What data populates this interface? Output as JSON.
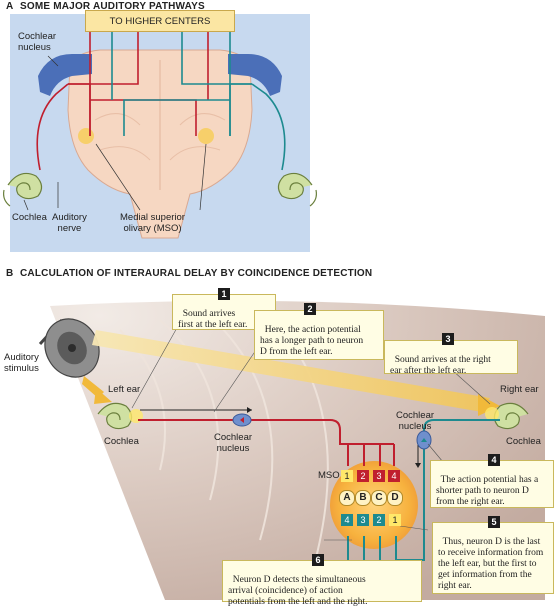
{
  "panel_a": {
    "letter": "A",
    "title": "SOME MAJOR AUDITORY PATHWAYS",
    "higher_centers": "TO HIGHER CENTERS",
    "cochlear_nucleus": "Cochlear\nnucleus",
    "cochlea": "Cochlea",
    "auditory_nerve": "Auditory\nnerve",
    "mso": "Medial superior\nolivary (MSO)"
  },
  "panel_b": {
    "letter": "B",
    "title": "CALCULATION OF INTERAURAL DELAY BY COINCIDENCE DETECTION",
    "auditory_stimulus": "Auditory\nstimulus",
    "left_ear": "Left ear",
    "right_ear": "Right ear",
    "cochlea_left": "Cochlea",
    "cochlea_right": "Cochlea",
    "cochlear_nucleus_left": "Cochlear\nnucleus",
    "cochlear_nucleus_right": "Cochlear\nnucleus",
    "mso": "MSO",
    "neurons": [
      "A",
      "B",
      "C",
      "D"
    ],
    "left_delays": [
      "1",
      "2",
      "3",
      "4"
    ],
    "right_delays": [
      "4",
      "3",
      "2",
      "1"
    ],
    "callouts": [
      {
        "num": "1",
        "text": "Sound arrives\nfirst at the left ear."
      },
      {
        "num": "2",
        "text": "Here, the action potential\nhas a longer path to neuron\nD from the left ear."
      },
      {
        "num": "3",
        "text": "Sound arrives at the right\near after the left ear."
      },
      {
        "num": "4",
        "text": "The action potential has a\nshorter path to neuron D\nfrom the right ear."
      },
      {
        "num": "5",
        "text": "Thus, neuron D is the last\nto receive information from\nthe left ear, but the first to\nget information from the\nright ear."
      },
      {
        "num": "6",
        "text": "Neuron D detects the simultaneous\narrival (coincidence) of action\npotentials from the left and the right."
      }
    ]
  }
}
